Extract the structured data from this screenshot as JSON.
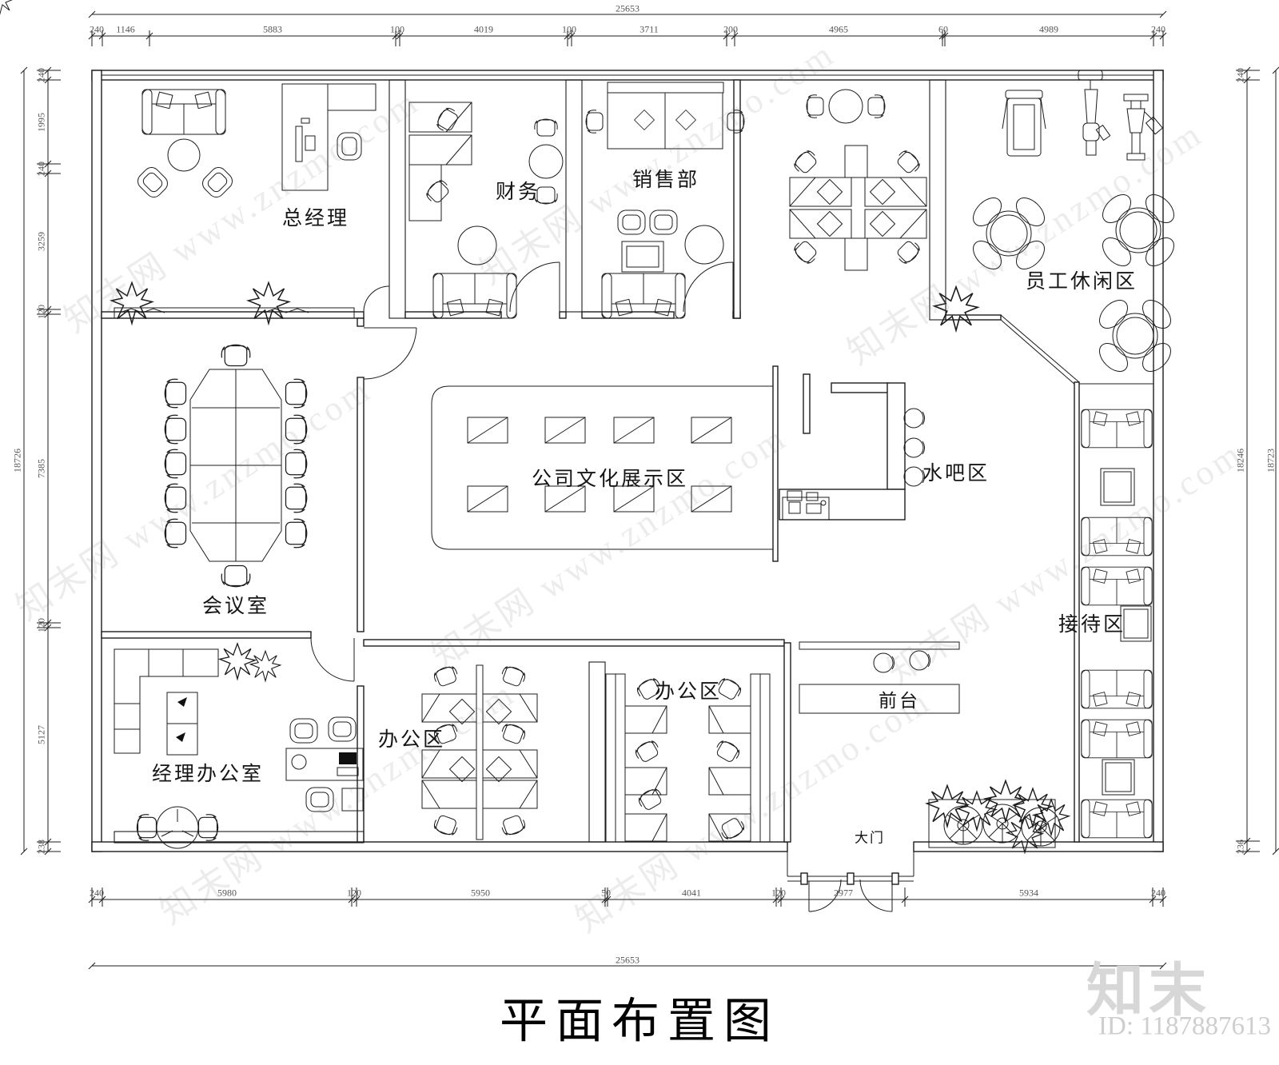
{
  "title": "平面布置图",
  "watermark": {
    "logo": "知末",
    "id": "ID: 1187887613",
    "tile": "知末网 www.znzmo.com"
  },
  "rooms": {
    "general_manager": "总经理",
    "finance": "财务",
    "sales_dept": "销售部",
    "staff_leisure": "员工休闲区",
    "meeting_room": "会议室",
    "culture_display": "公司文化展示区",
    "water_bar": "水吧区",
    "reception": "接待区",
    "office_area_left": "办公区",
    "office_area_right": "办公区",
    "manager_office": "经理办公室",
    "front_desk": "前台",
    "main_gate": "大门"
  },
  "dimensions": {
    "top_total": "25653",
    "bottom_total": "25653",
    "left_total": "18726",
    "right_total": "18723",
    "top": [
      "240",
      "1146",
      "5883",
      "100",
      "4019",
      "100",
      "3711",
      "200",
      "4965",
      "60",
      "4989",
      "240"
    ],
    "bottom": [
      "240",
      "5980",
      "120",
      "5950",
      "50",
      "4041",
      "120",
      "2977",
      "5934",
      "240"
    ],
    "left": [
      "240",
      "1995",
      "240",
      "3259",
      "120",
      "7385",
      "120",
      "5127",
      "238"
    ],
    "right": [
      "240",
      "18246",
      "236"
    ]
  }
}
